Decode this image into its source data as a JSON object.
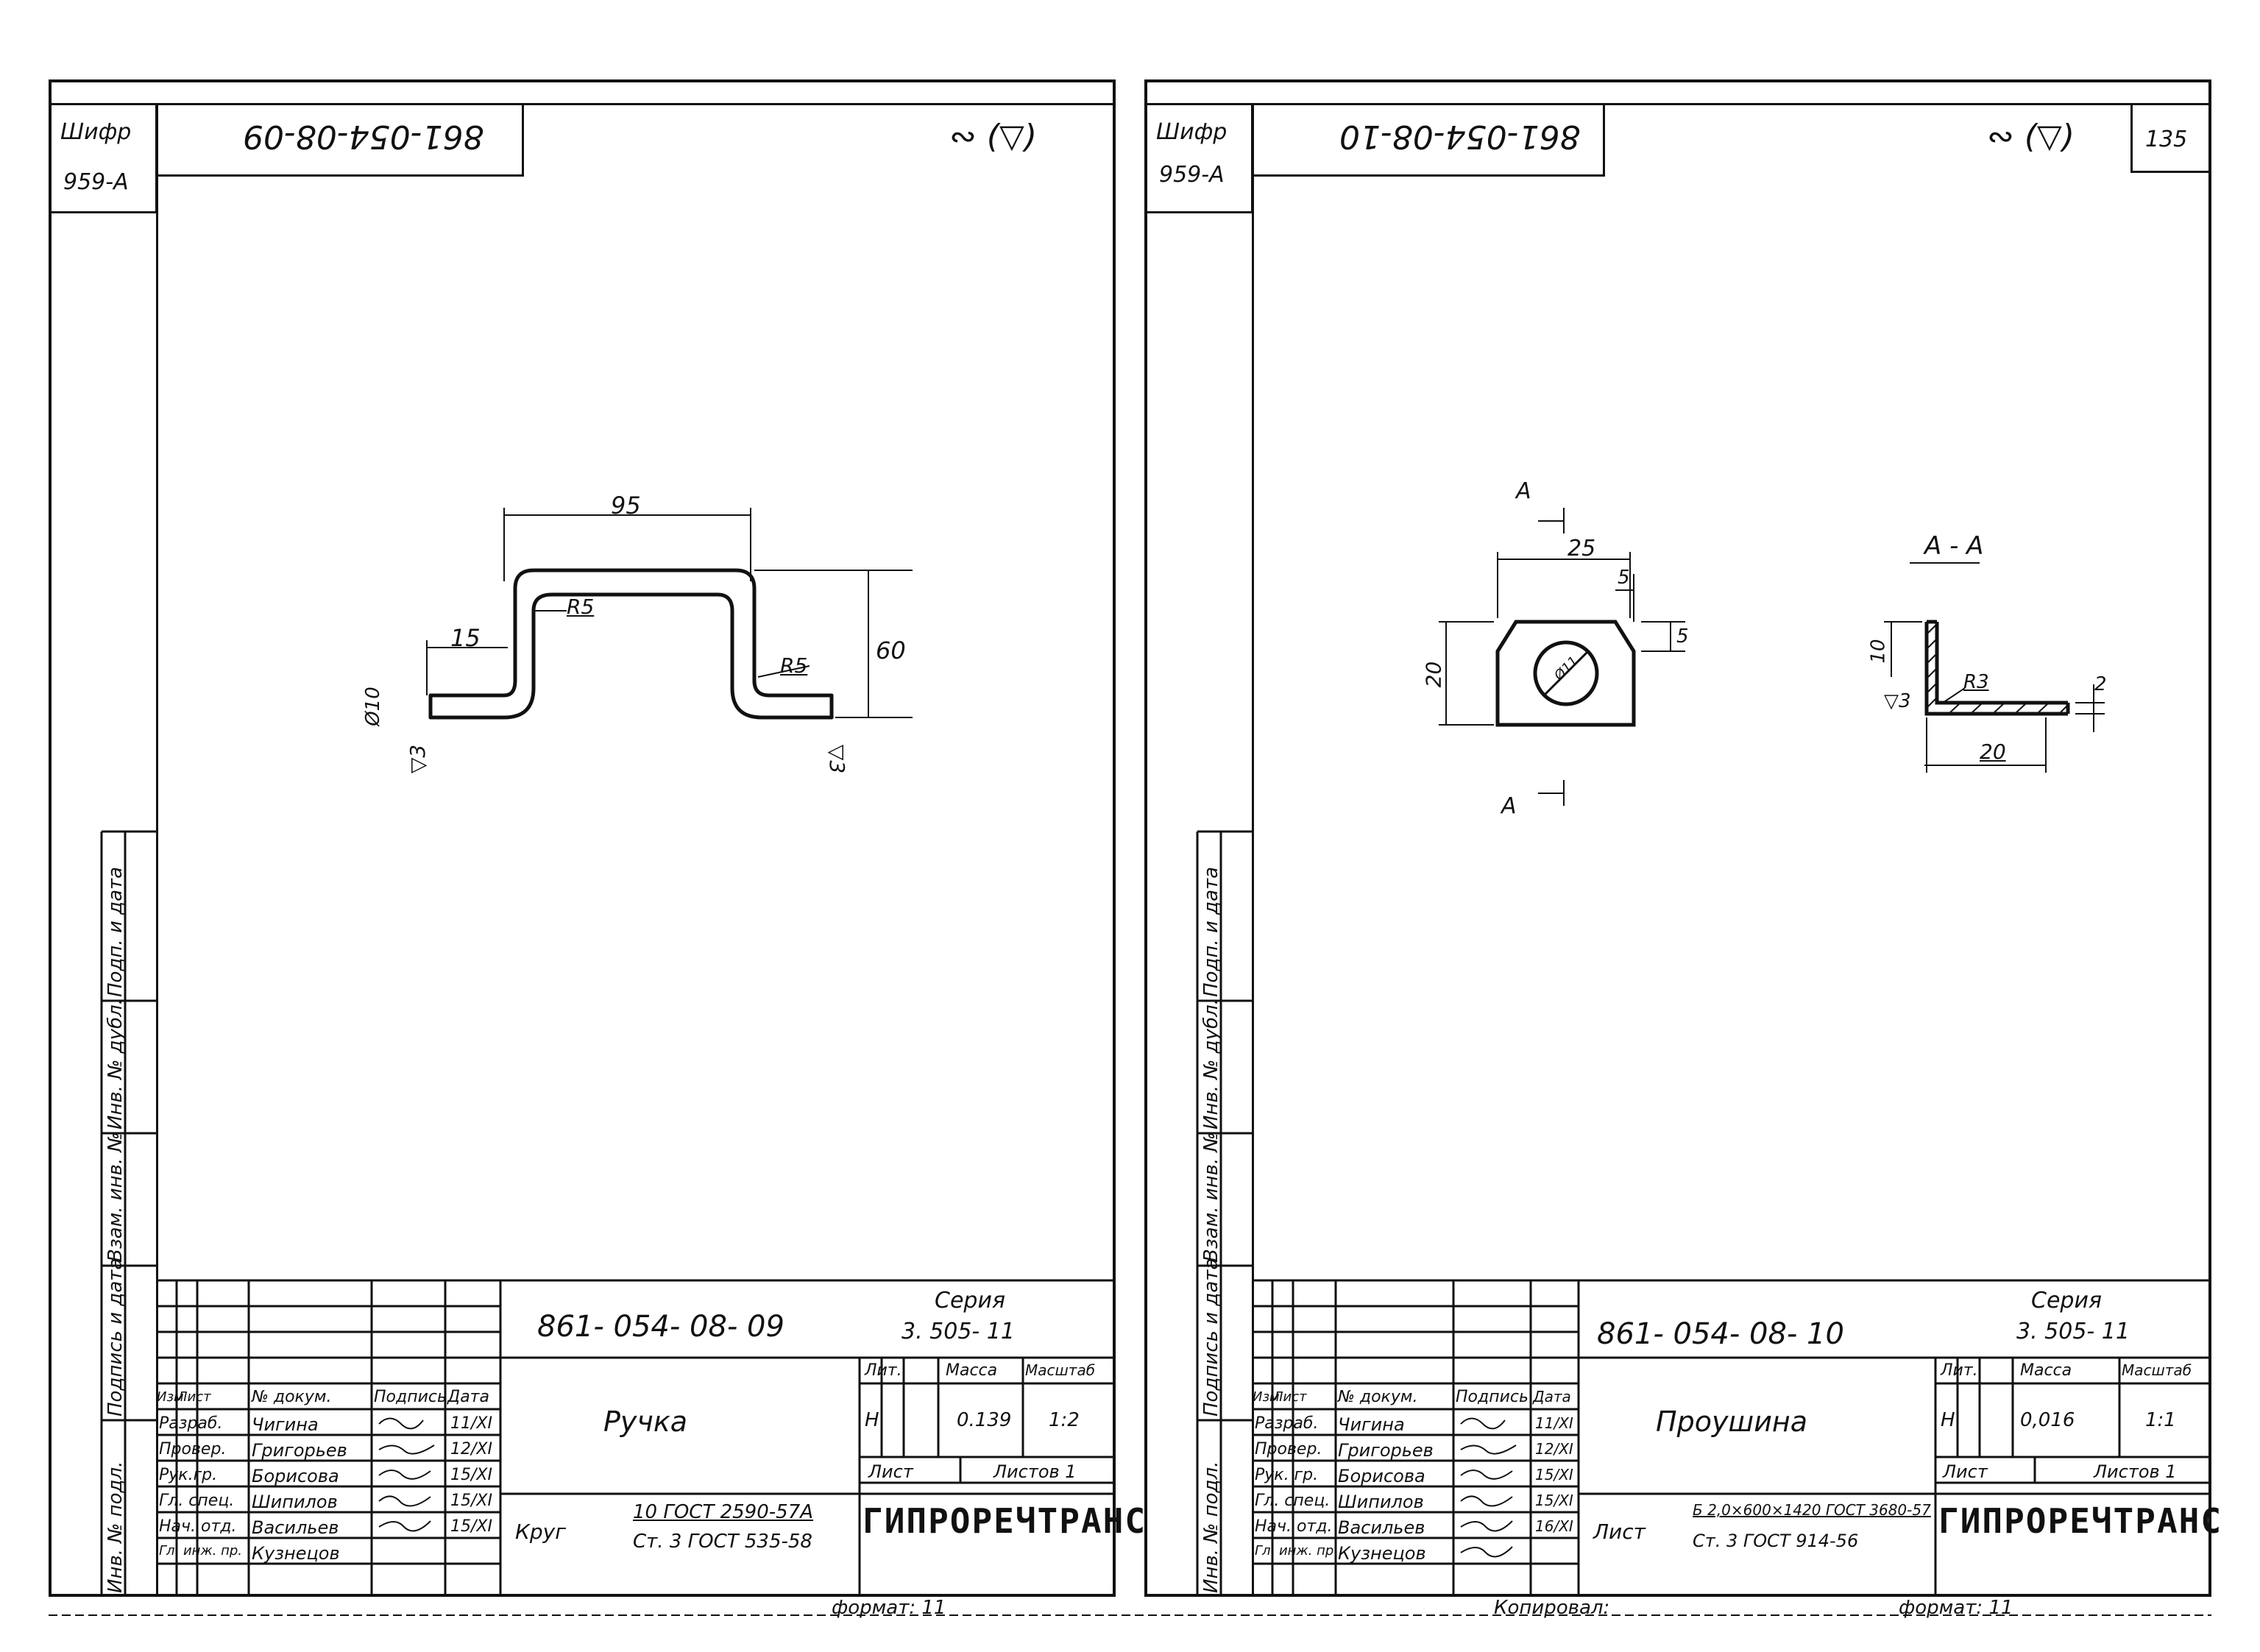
{
  "left_sheet": {
    "cipher_label": "Шифр",
    "cipher_value": "959-А",
    "top_stamp_number": "861-054-08-09",
    "roughness_symbol": "∾ (▽)",
    "dims": {
      "width": "95",
      "left": "15",
      "height": "60",
      "r_inner": "R5",
      "r_outer": "R5",
      "dia": "Ø10",
      "rough_left": "▽3",
      "rough_right": "▽3"
    },
    "title_block": {
      "doc_number": "861- 054- 08- 09",
      "series_label": "Серия",
      "series_value": "3. 505- 11",
      "name": "Ручка",
      "col_headers": [
        "Изм",
        "Лист",
        "№ докум.",
        "Подпись",
        "Дата"
      ],
      "roles": [
        "Разраб.",
        "Провер.",
        "Рук.гр.",
        "Гл. спец.",
        "Нач. отд.",
        "Гл. инж. пр."
      ],
      "people": [
        "Чигина",
        "Григорьев",
        "Борисова",
        "Шипилов",
        "Васильев",
        "Кузнецов"
      ],
      "dates": [
        "11/XI",
        "12/XI",
        "15/XI",
        "15/XI",
        "15/XI",
        ""
      ],
      "lit_label": "Лит.",
      "mass_label": "Масса",
      "scale_label": "Масштаб",
      "lit_value": "Н",
      "mass_value": "0.139",
      "scale_value": "1:2",
      "sheet_label": "Лист",
      "sheets_label": "Листов 1",
      "material_prefix": "Круг",
      "material_top": "10 ГОСТ 2590-57А",
      "material_bottom": "Ст. 3 ГОСТ 535-58",
      "org": "ГИПРОРЕЧТРАНС"
    },
    "side_labels": [
      "Инв. № подл.",
      "Подпись и дата",
      "Взам. инв. №",
      "Инв. № дубл.",
      "Подп. и дата"
    ]
  },
  "right_sheet": {
    "cipher_label": "Шифр",
    "cipher_value": "959-А",
    "top_stamp_number": "861-054-08-10",
    "roughness_symbol": "∾ (▽)",
    "page_number": "135",
    "dims": {
      "section_mark": "А",
      "width": "25",
      "corner": "5",
      "corner_v": "5",
      "height": "20",
      "section_title": "А - А",
      "flange": "10",
      "radius": "R3",
      "rough": "▽3",
      "thickness": "2",
      "base": "20",
      "hole": "Ø11"
    },
    "title_block": {
      "doc_number": "861- 054- 08- 10",
      "series_label": "Серия",
      "series_value": "3. 505- 11",
      "name": "Проушина",
      "col_headers": [
        "Изм",
        "Лист",
        "№ докум.",
        "Подпись",
        "Дата"
      ],
      "roles": [
        "Разраб.",
        "Провер.",
        "Рук. гр.",
        "Гл. спец.",
        "Нач. отд.",
        "Гл. инж. пр."
      ],
      "people": [
        "Чигина",
        "Григорьев",
        "Борисова",
        "Шипилов",
        "Васильев",
        "Кузнецов"
      ],
      "dates": [
        "11/XI",
        "12/XI",
        "15/XI",
        "15/XI",
        "16/XI",
        ""
      ],
      "lit_label": "Лит.",
      "mass_label": "Масса",
      "scale_label": "Масштаб",
      "lit_value": "Н",
      "mass_value": "0,016",
      "scale_value": "1:1",
      "sheet_label": "Лист",
      "sheets_label": "Листов 1",
      "material_prefix": "Лист",
      "material_top": "Б 2,0×600×1420 ГОСТ 3680-57",
      "material_bottom": "Ст. 3 ГОСТ 914-56",
      "org": "ГИПРОРЕЧТРАНС"
    },
    "side_labels": [
      "Инв. № подл.",
      "Подпись и дата",
      "Взам. инв. №",
      "Инв. № дубл.",
      "Подп. и дата"
    ]
  },
  "footer": {
    "format_left": "формат: 11",
    "copied": "Копировал:",
    "format_right": "формат: 11"
  }
}
